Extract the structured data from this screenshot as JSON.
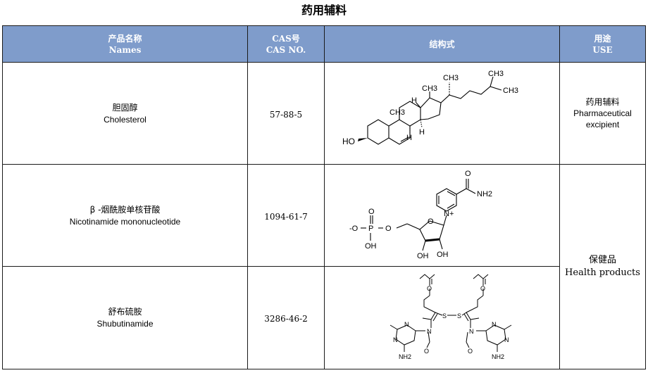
{
  "title": "药用辅料",
  "headers": {
    "names_cn": "产品名称",
    "names_en": "Names",
    "cas_cn": "CAS号",
    "cas_en": "CAS NO.",
    "structure": "结构式",
    "use_cn": "用途",
    "use_en": "USE"
  },
  "rows": [
    {
      "name_cn": "胆固醇",
      "name_en": "Cholesterol",
      "cas": "57-88-5",
      "use_cn": "药用辅料",
      "use_en_1": "Pharmaceutical",
      "use_en_2": "excipient"
    },
    {
      "name_cn": "β -烟酰胺单核苷酸",
      "name_en": "Nicotinamide mononucleotide",
      "cas": "1094-61-7"
    },
    {
      "name_cn": "舒布硫胺",
      "name_en": "Shubutinamide",
      "cas": "3286-46-2"
    }
  ],
  "merged_use": {
    "cn": "保健品",
    "en": "Health products"
  },
  "structure_labels": {
    "cholesterol": {
      "ho": "HO",
      "h": "H",
      "ch3": "CH3"
    },
    "nmn": {
      "o": "O",
      "nh2": "NH2",
      "n_plus": "N+",
      "p": "P",
      "o_minus": "-O",
      "oh": "OH"
    },
    "sulbutiamine": {
      "o": "O",
      "s": "S",
      "n": "N",
      "nh2": "NH2"
    }
  }
}
